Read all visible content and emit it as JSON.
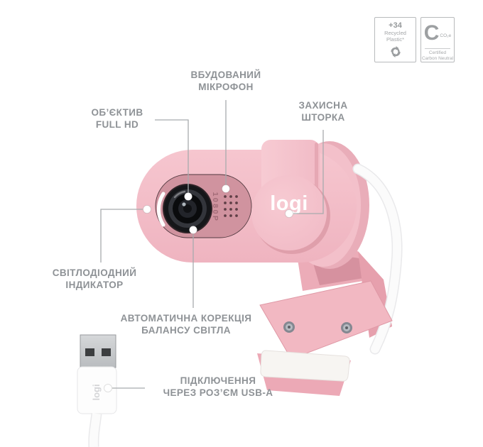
{
  "product": {
    "brand_logo": "logi",
    "sensor_label": "1080P",
    "cable_logo": "logi"
  },
  "badges": {
    "recycled": {
      "value": "+34",
      "line1": "Recycled",
      "line2": "Plastic*",
      "icon": "recycle-loop-icon"
    },
    "carbon": {
      "letter": "C",
      "unit": "CO₂e",
      "line1": "Certified",
      "line2": "Carbon Neutral"
    }
  },
  "callouts": {
    "microphone": {
      "line1": "ВБУДОВАНИЙ",
      "line2": "МІКРОФОН"
    },
    "shutter": {
      "line1": "ЗАХИСНА",
      "line2": "ШТОРКА"
    },
    "lens": {
      "line1": "ОБ’ЄКТИВ",
      "line2": "FULL HD"
    },
    "led": {
      "line1": "СВІТЛОДІОДНИЙ",
      "line2": "ІНДИКАТОР"
    },
    "light_correction": {
      "line1": "АВТОМАТИЧНА КОРЕКЦІЯ",
      "line2": "БАЛАНСУ СВІТЛА"
    },
    "usb": {
      "line1": "ПІДКЛЮЧЕННЯ",
      "line2": "ЧЕРЕЗ РОЗ’ЄМ USB-A"
    }
  },
  "colors": {
    "body_pink": "#f3bfc9",
    "faceplate_pink": "#d0939f",
    "strap_pink": "#f5c6cf",
    "label_gray": "#8e9296",
    "line_gray": "#a8abad",
    "badge_gray": "#a0a3a5",
    "cable_white": "#fcfcfc"
  }
}
